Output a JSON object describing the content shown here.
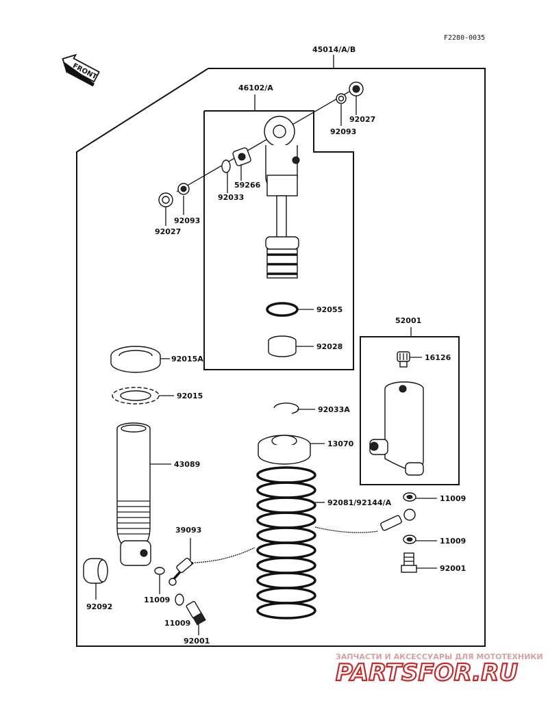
{
  "ref_code": "F2280-0035",
  "front_label": "FRONT",
  "assembly": {
    "main": "45014/A/B",
    "damper": "46102/A",
    "reservoir": "52001"
  },
  "labels": {
    "p92027_top": "92027",
    "p92093_top": "92093",
    "p59266": "59266",
    "p92033": "92033",
    "p92093_left": "92093",
    "p92027_left": "92027",
    "p92055": "92055",
    "p92028": "92028",
    "p92015A": "92015A",
    "p92015": "92015",
    "p92033A": "92033A",
    "p13070": "13070",
    "p43089": "43089",
    "p92081": "92081/92144/A",
    "p16126": "16126",
    "p11009_r1": "11009",
    "p11009_r2": "11009",
    "p92001_r": "92001",
    "p39093": "39093",
    "p92092": "92092",
    "p11009_l1": "11009",
    "p11009_l2": "11009",
    "p92001_l": "92001"
  },
  "watermark": {
    "top": "ЗАПЧАСТИ И АКСЕССУАРЫ ДЛЯ МОТОТЕХНИКИ",
    "main": "PARTSFOR.RU"
  }
}
